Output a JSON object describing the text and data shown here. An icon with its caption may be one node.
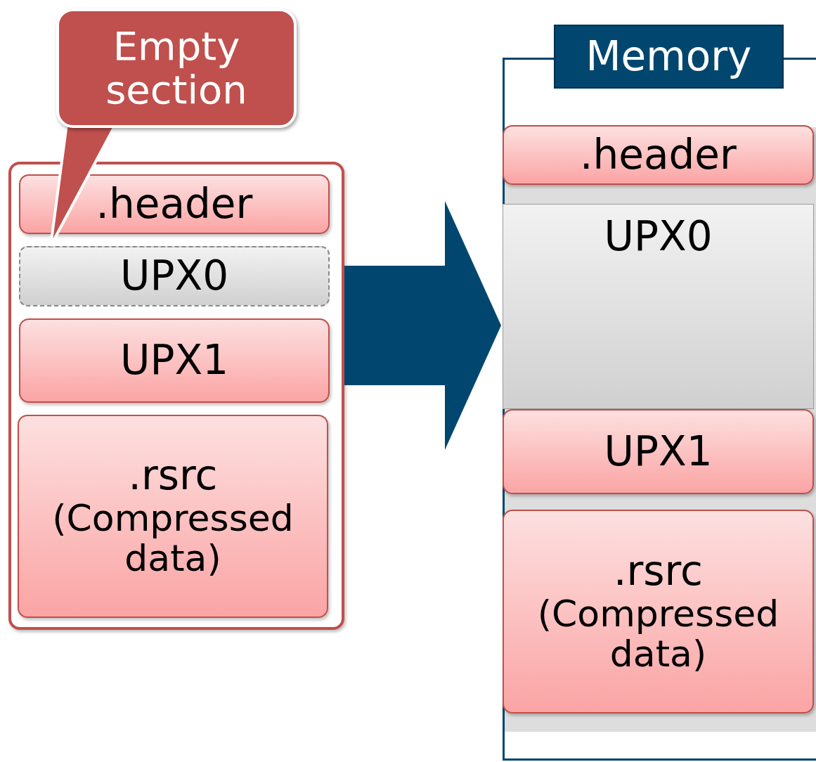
{
  "diagram": {
    "nodes": [
      {
        "text": [],
        "shape": "box"
      },
      {
        "text": [
          ".header"
        ],
        "in": 0
      },
      {
        "text": [
          "UPX0"
        ],
        "in": 0
      },
      {
        "text": [
          "UPX1"
        ],
        "in": 0
      },
      {
        "text": [
          ".rsrc",
          "(Compressed data)"
        ],
        "in": 0
      },
      {
        "text": [
          "Empty section"
        ]
      },
      {
        "text": [
          "Memory"
        ]
      },
      {
        "text": [
          ".header"
        ],
        "in": 6
      },
      {
        "text": [
          "UPX0"
        ],
        "in": 6
      },
      {
        "text": [
          "UPX1"
        ],
        "in": 6
      },
      {
        "text": [
          ".rsrc",
          "(Compressed data)"
        ],
        "in": 6
      }
    ],
    "edges": [
      {
        "from": 5,
        "to": 2,
        "arrow": "to"
      },
      {
        "from": 0,
        "to": 6,
        "arrow": "to",
        "color": "#00466e"
      }
    ]
  }
}
